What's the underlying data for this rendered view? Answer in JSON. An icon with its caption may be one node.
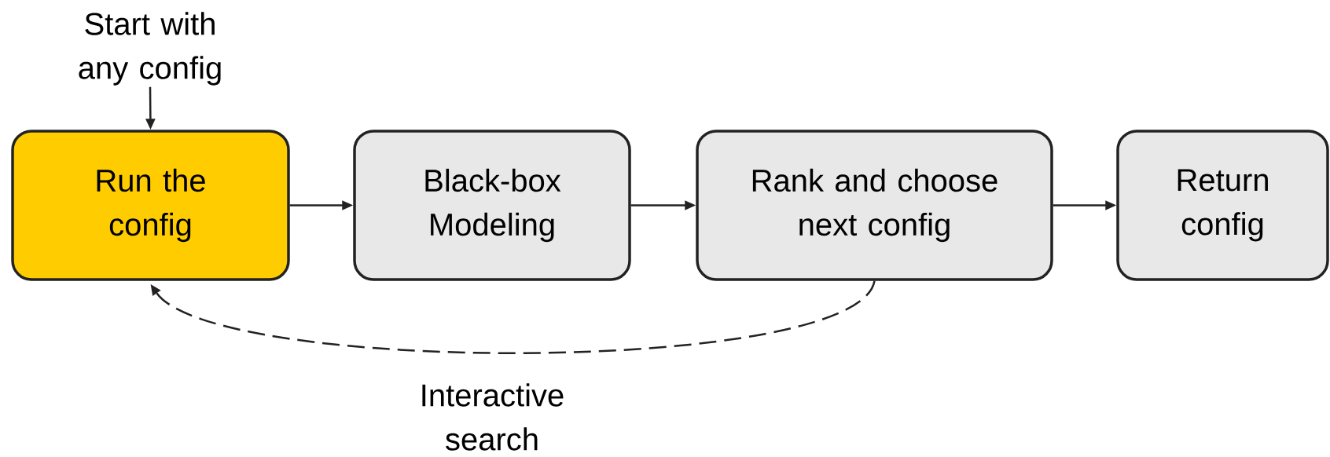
{
  "diagram": {
    "nodes": [
      {
        "text": [
          "Start with any config"
        ]
      },
      {
        "text": [
          "Run the config"
        ]
      },
      {
        "text": [
          "Black-box Modeling"
        ]
      },
      {
        "text": [
          "Rank and choose next config"
        ]
      },
      {
        "text": [
          "Return config"
        ]
      }
    ],
    "edges": [
      {
        "from": 0,
        "to": 1,
        "arrow": "to"
      },
      {
        "from": 1,
        "to": 2,
        "arrow": "to"
      },
      {
        "from": 2,
        "to": 3,
        "arrow": "to"
      },
      {
        "from": 3,
        "to": 4,
        "arrow": "to"
      },
      {
        "from": 3,
        "to": 1,
        "arrow": "to",
        "style": "dashed",
        "label": "Interactive search"
      }
    ]
  }
}
